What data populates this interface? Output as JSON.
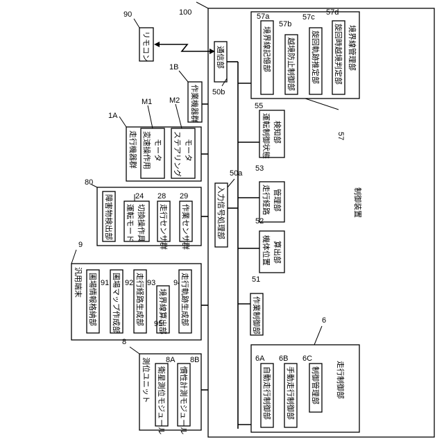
{
  "refs": {
    "r100": "100",
    "r90": "90",
    "r1B": "1B",
    "r1A": "1A",
    "rM1": "M1",
    "rM2": "M2",
    "r80": "80",
    "r24": "24",
    "r28": "28",
    "r29": "29",
    "r9": "9",
    "r91": "91",
    "r92": "92",
    "r93": "93",
    "r94": "94",
    "r95": "95",
    "r8": "8",
    "r8A": "8A",
    "r8B": "8B",
    "r57": "57",
    "r57a": "57a",
    "r57b": "57b",
    "r57c": "57c",
    "r57d": "57d",
    "r55": "55",
    "r53": "53",
    "r52": "52",
    "r51": "51",
    "r50a": "50a",
    "r50b": "50b",
    "r6": "6",
    "r6A": "6A",
    "r6B": "6B",
    "r6C": "6C"
  },
  "labels": {
    "remocon": "リモコン",
    "tsushin": "通信部",
    "sagyo_kiki": "作業機器群",
    "soko_kiki": "走行機器群",
    "hensoku": "変速操作用",
    "motor1": "モータ",
    "steering": "ステアリング",
    "motor2": "モータ",
    "shogai": "障害物検出部",
    "unten_mode": "運転モード",
    "kirikae": "切換操作具",
    "soko_sensor": "走行センサ群",
    "sagyo_sensor": "作業センサ群",
    "hanyo": "汎用端末",
    "hojo_joho": "圃場情報格納部",
    "hojo_map": "圃場マップ作成部",
    "soko_keiro_gen": "走行経路生成部",
    "kyokai_calc": "境界線算出部",
    "soko_kiseki_gen": "走行軌跡生成部",
    "sokui_unit": "測位ユニット",
    "eisei": "衛星測位モジュール",
    "kansei": "慣性計測モジュール",
    "kyokai_memory": "境界線記憶部",
    "ekkyo_boshi": "越境防止制御部",
    "senkai_suitei": "旋回軌跡推定部",
    "senkai_hantei": "旋回時越境判定部",
    "kyokai_kanri": "境界線管理部",
    "unten_seigyo": "運転制御状態",
    "kenchi": "検知部",
    "nyuryoku": "入力信号処理部",
    "soko_keiro_kanri1": "走行経路",
    "soko_keiro_kanri2": "管理部",
    "kitai_ichi1": "機体位置",
    "kitai_ichi2": "算出部",
    "sagyo_seigyo": "作業制御部",
    "seigyo_sochi": "制御装置",
    "jido": "自動走行制御部",
    "shudo": "手動走行制御部",
    "seigyo_kanri": "制御管理部",
    "soko_seigyo": "走行制御部"
  }
}
